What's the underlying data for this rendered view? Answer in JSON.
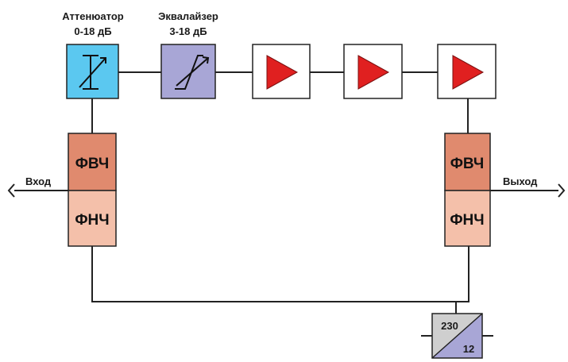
{
  "attenuator": {
    "line1": "Аттенюатор",
    "line2": "0-18 дБ"
  },
  "equalizer": {
    "line1": "Эквалайзер",
    "line2": "3-18 дБ"
  },
  "input_label": "Вход",
  "output_label": "Выход",
  "filters": {
    "hpf": "ФВЧ",
    "lpf": "ФНЧ"
  },
  "power_supply": {
    "input_voltage": "230",
    "output_voltage": "12"
  },
  "amplifier_count": 3,
  "icons": [
    "attenuator-icon",
    "equalizer-icon",
    "amplifier-icon",
    "power-supply-icon",
    "connector-icon"
  ],
  "colors": {
    "attenuator_fill": "#5bc8f0",
    "equalizer_fill": "#a8a6d6",
    "amplifier_fill": "#e02020",
    "hpf_fill": "#e08a6e",
    "lpf_fill": "#f4c0aa",
    "psu_gray": "#cfcfcf",
    "psu_purple": "#a8a6d6",
    "line": "#222222"
  }
}
